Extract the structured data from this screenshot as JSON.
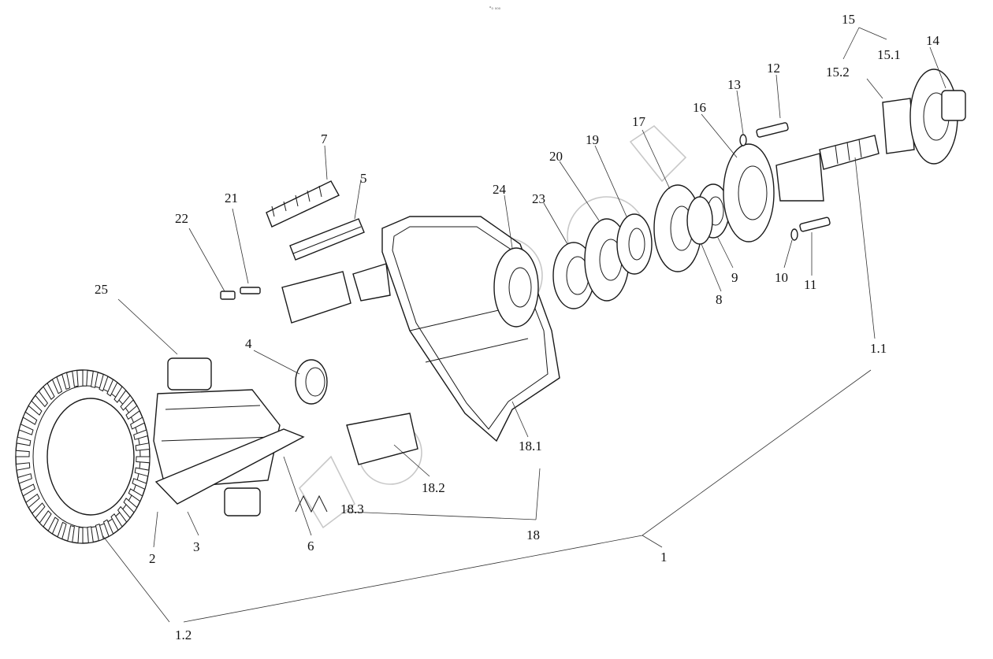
{
  "header_mark": "ᵒ₀ ₀₀₀",
  "callouts": {
    "c1": "1",
    "c1_1": "1.1",
    "c1_2": "1.2",
    "c2": "2",
    "c3": "3",
    "c4": "4",
    "c5": "5",
    "c6": "6",
    "c7": "7",
    "c8": "8",
    "c9": "9",
    "c10": "10",
    "c11": "11",
    "c12": "12",
    "c13": "13",
    "c14": "14",
    "c15": "15",
    "c15_1": "15.1",
    "c15_2": "15.2",
    "c16": "16",
    "c17": "17",
    "c18": "18",
    "c18_1": "18.1",
    "c18_2": "18.2",
    "c18_3": "18.3",
    "c19": "19",
    "c20": "20",
    "c21": "21",
    "c22": "22",
    "c23": "23",
    "c24": "24",
    "c25": "25"
  },
  "colors": {
    "line": "#1a1a1a",
    "leader": "#333333",
    "watermark": "#9a9a9a",
    "background": "#ffffff"
  }
}
